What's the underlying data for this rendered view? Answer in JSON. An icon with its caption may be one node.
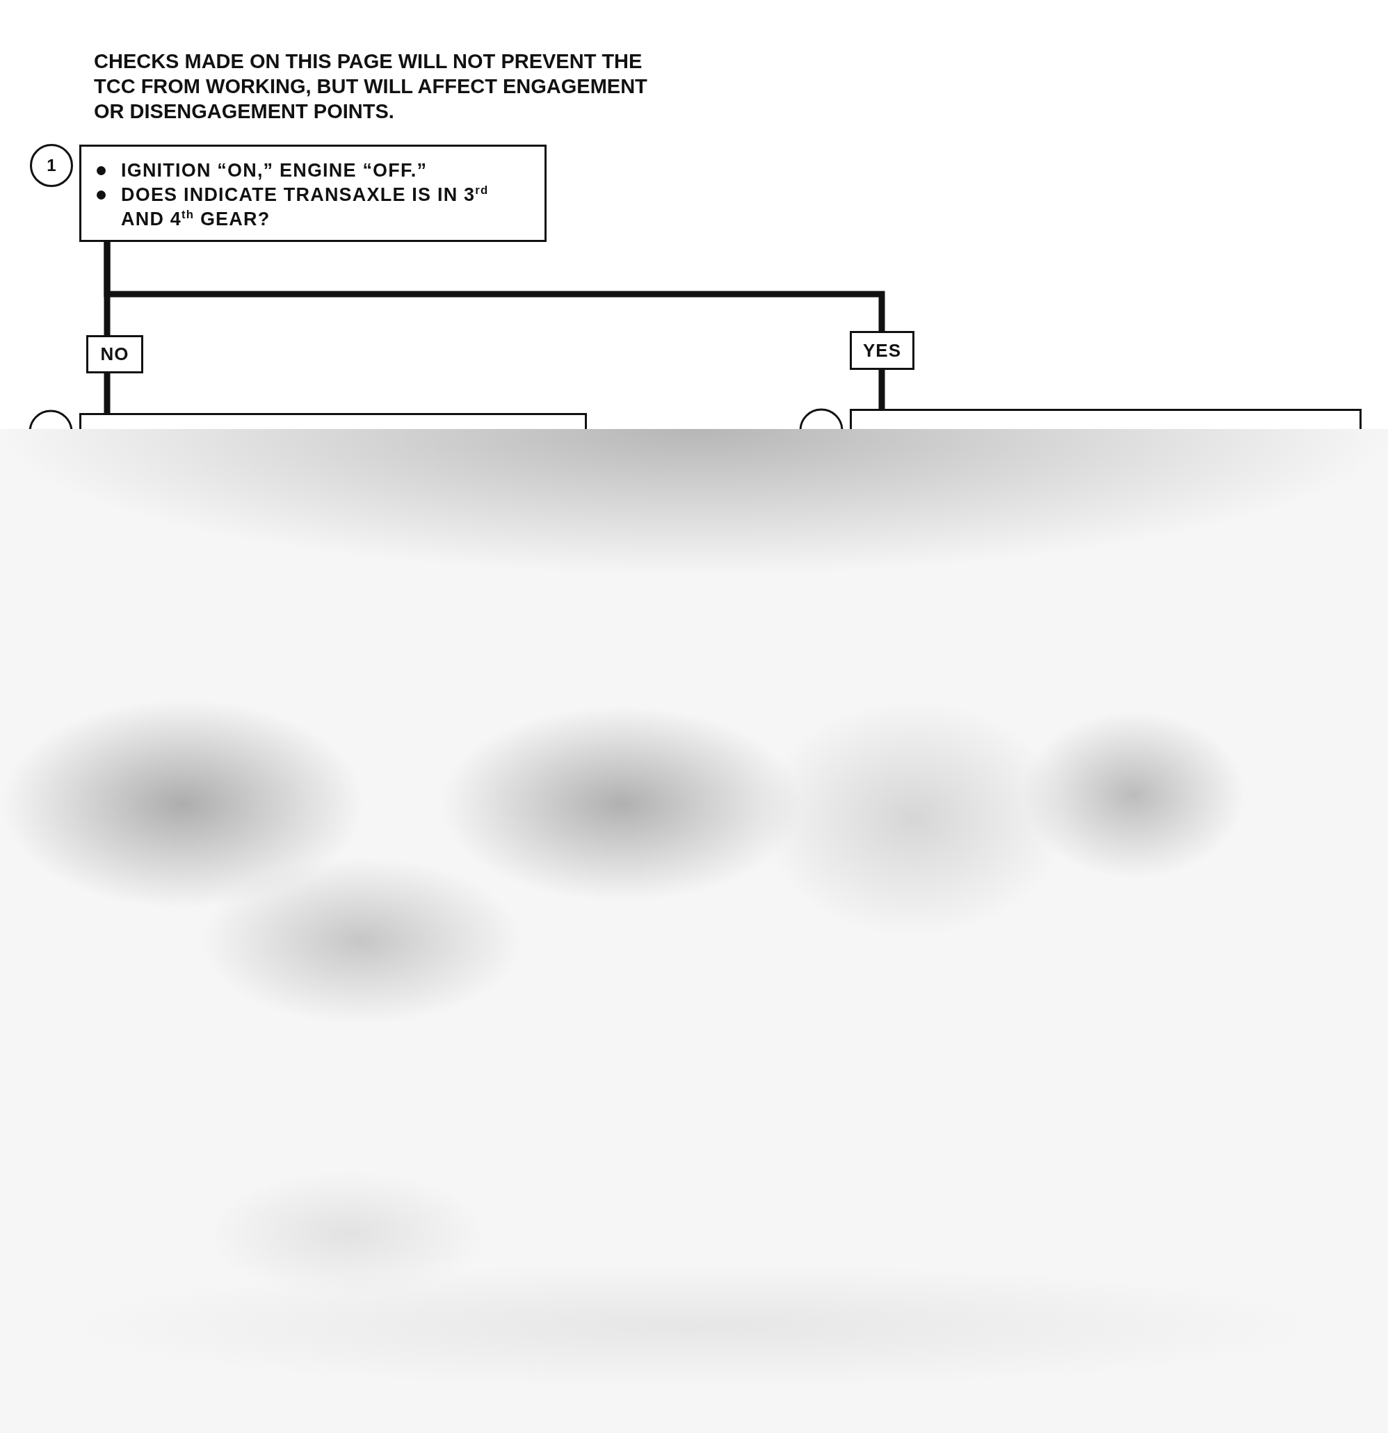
{
  "diagram": {
    "title": "CHECKS MADE ON THIS PAGE WILL NOT PREVENT THE TCC FROM WORKING, BUT WILL AFFECT ENGAGEMENT OR DISENGAGEMENT POINTS.",
    "nodes": [
      {
        "text": [
          "IGNITION “ON,” ENGINE “OFF.”",
          "DOES INDICATE TRANSAXLE IS IN 3$^{rd}$ AND 4$^{th}$ GEAR?"
        ],
        "beside": [
          "1"
        ]
      },
      {
        "text": [],
        "shape": "box"
      },
      {
        "text": [],
        "shape": "box"
      }
    ],
    "edges": [
      {
        "from": 0,
        "to": 1,
        "arrow": "none",
        "label": "NO"
      },
      {
        "from": 0,
        "to": 2,
        "arrow": "none",
        "label": "YES"
      }
    ]
  }
}
